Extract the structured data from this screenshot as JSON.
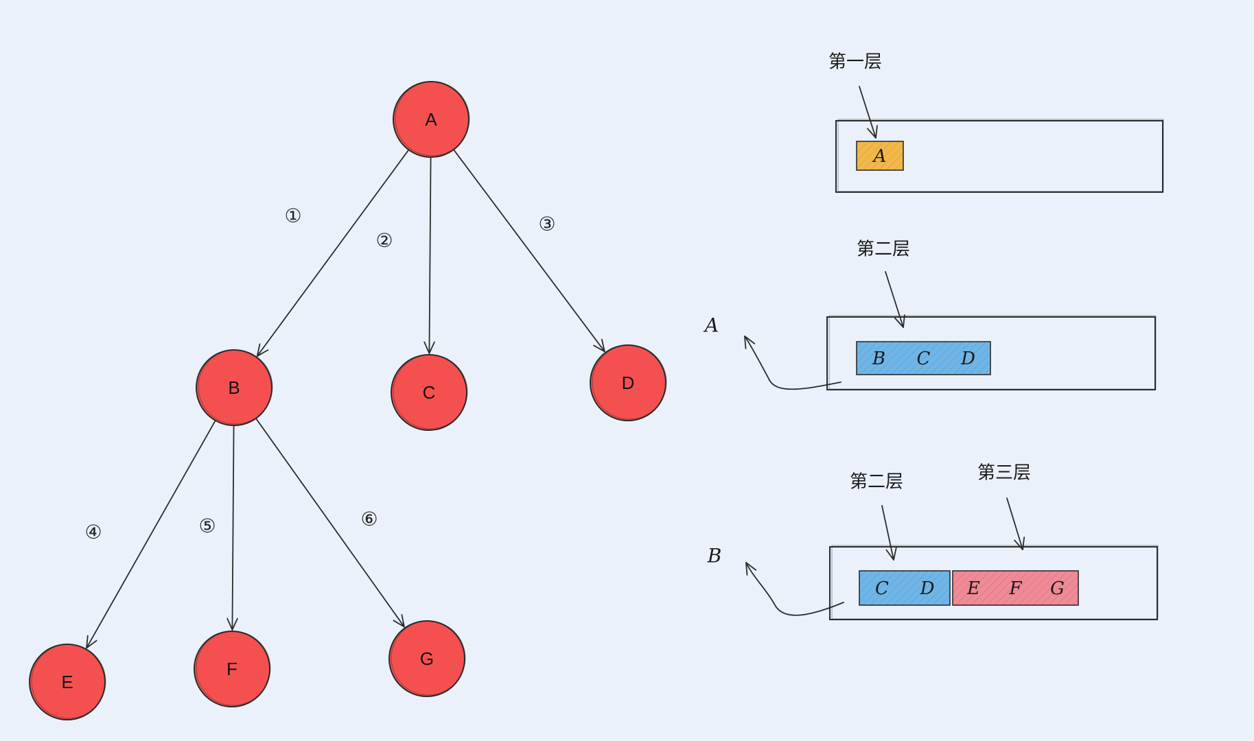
{
  "colors": {
    "background": "#eaf1fb",
    "node_fill": "#f55050",
    "level1_segment": "#f2b94a",
    "level2_segment": "#6fb6e8",
    "level3_segment": "#f08a96",
    "stroke": "#2b2b2b"
  },
  "tree": {
    "nodes": [
      {
        "id": "A",
        "label": "A"
      },
      {
        "id": "B",
        "label": "B"
      },
      {
        "id": "C",
        "label": "C"
      },
      {
        "id": "D",
        "label": "D"
      },
      {
        "id": "E",
        "label": "E"
      },
      {
        "id": "F",
        "label": "F"
      },
      {
        "id": "G",
        "label": "G"
      }
    ],
    "edges": [
      {
        "from": "A",
        "to": "B",
        "step": "①"
      },
      {
        "from": "A",
        "to": "C",
        "step": "②"
      },
      {
        "from": "A",
        "to": "D",
        "step": "③"
      },
      {
        "from": "B",
        "to": "E",
        "step": "④"
      },
      {
        "from": "B",
        "to": "F",
        "step": "⑤"
      },
      {
        "from": "B",
        "to": "G",
        "step": "⑥"
      }
    ]
  },
  "queues": [
    {
      "dequeued": "",
      "pointers": [
        {
          "label": "第一层"
        }
      ],
      "segments": [
        {
          "items": [
            "A"
          ],
          "color": "#f2b94a"
        }
      ]
    },
    {
      "dequeued": "A",
      "pointers": [
        {
          "label": "第二层"
        }
      ],
      "segments": [
        {
          "items": [
            "B",
            "C",
            "D"
          ],
          "color": "#6fb6e8"
        }
      ]
    },
    {
      "dequeued": "B",
      "pointers": [
        {
          "label": "第二层"
        },
        {
          "label": "第三层"
        }
      ],
      "segments": [
        {
          "items": [
            "C",
            "D"
          ],
          "color": "#6fb6e8"
        },
        {
          "items": [
            "E",
            "F",
            "G"
          ],
          "color": "#f08a96"
        }
      ]
    }
  ]
}
